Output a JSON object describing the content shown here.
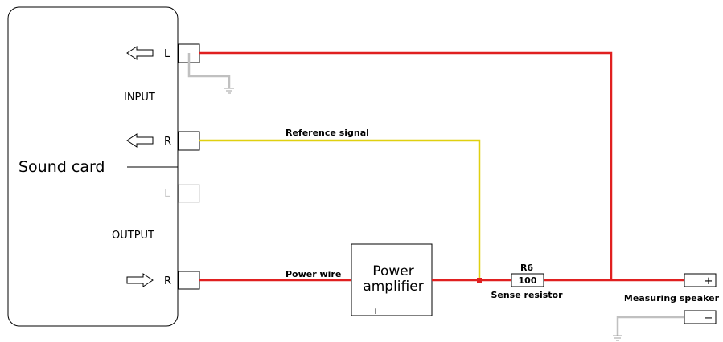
{
  "sound_card": {
    "title": "Sound card",
    "input_label": "INPUT",
    "output_label": "OUTPUT",
    "in_left_label": "L",
    "in_right_label": "R",
    "out_left_label": "L",
    "out_right_label": "R"
  },
  "wires": {
    "reference_label": "Reference signal",
    "power_label": "Power wire"
  },
  "amplifier": {
    "line1": "Power",
    "line2": "amplifier",
    "plus": "+",
    "minus": "−"
  },
  "resistor": {
    "designator": "R6",
    "value": "100",
    "caption": "Sense resistor"
  },
  "speaker": {
    "caption": "Measuring speaker",
    "plus": "+",
    "minus": "−"
  },
  "colors": {
    "red_wire": "#e02020",
    "yellow_wire": "#e0d010",
    "ground": "#c0c0c0",
    "outline": "#000000"
  }
}
